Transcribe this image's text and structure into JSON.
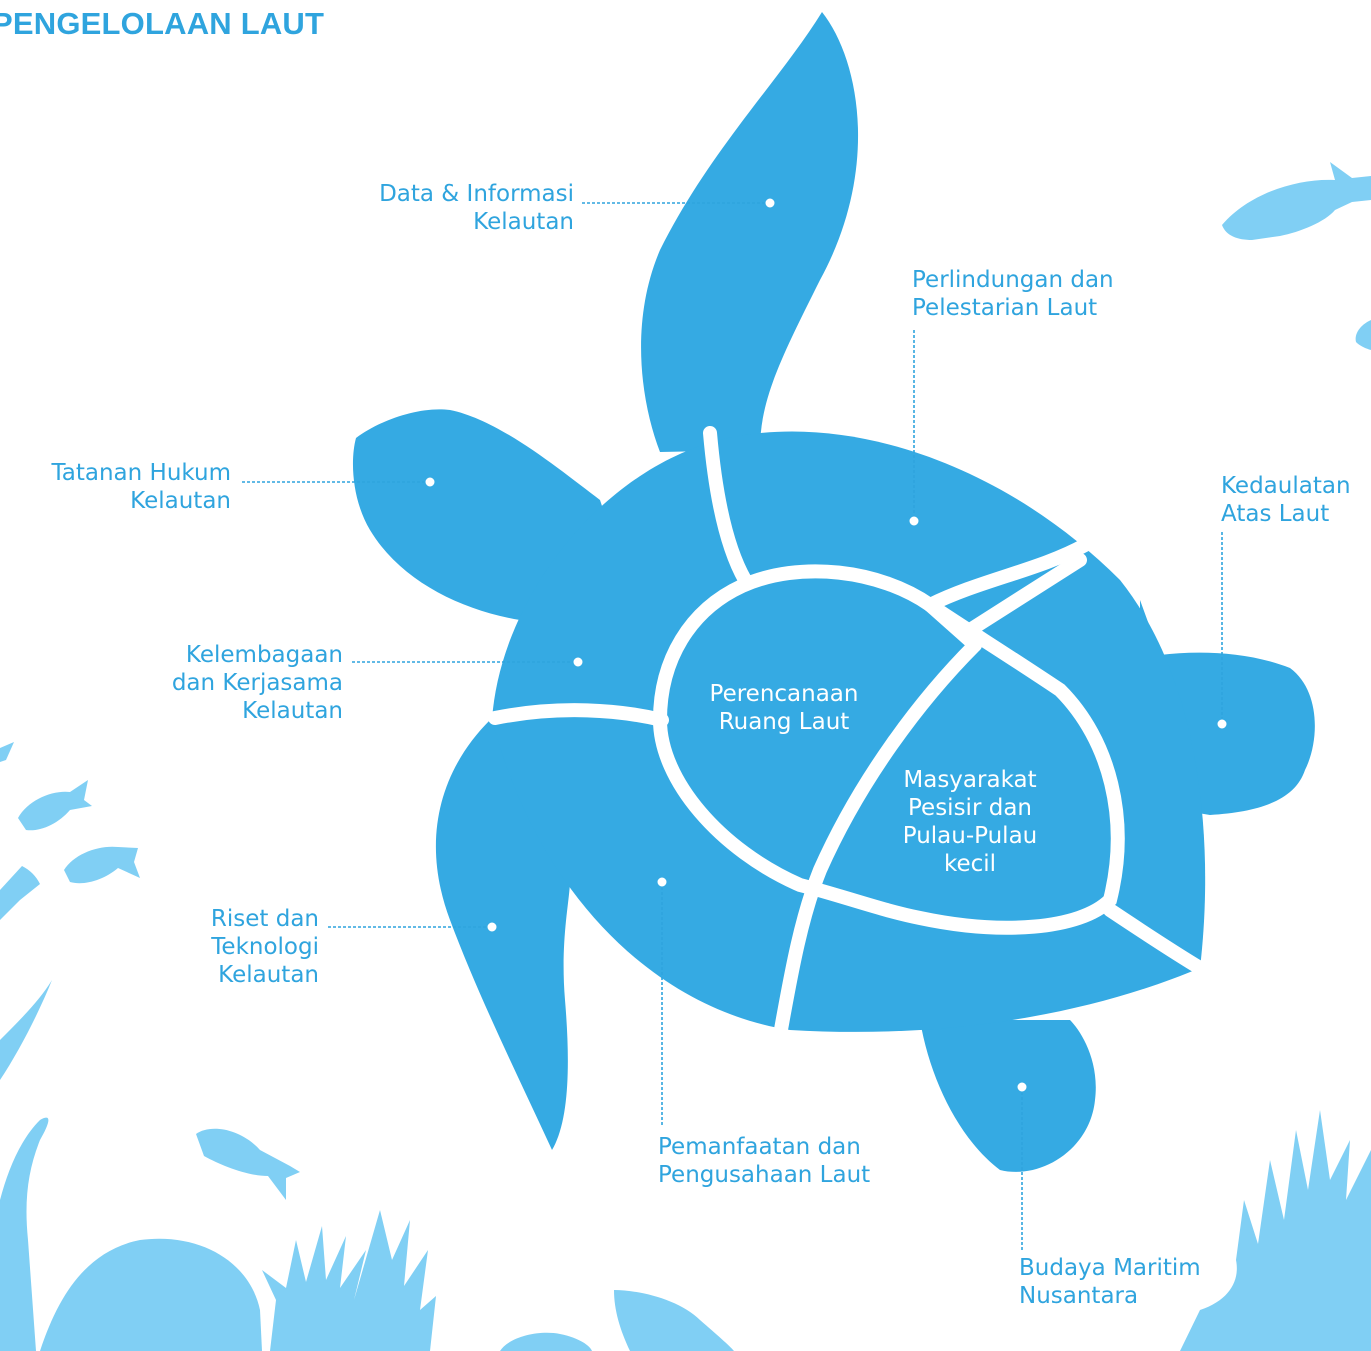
{
  "title": "PENGELOLAAN LAUT",
  "colors": {
    "turtle": "#35aae3",
    "decor": "#80cff4",
    "text": "#2fa4de",
    "inner_text": "#ffffff"
  },
  "center": {
    "top": "Perencanaan\nRuang Laut",
    "bottom": "Masyarakat\nPesisir dan\nPulau-Pulau\nkecil"
  },
  "labels": {
    "data_informasi": "Data & Informasi\nKelautan",
    "perlindungan": "Perlindungan dan\nPelestarian Laut",
    "tatanan_hukum": "Tatanan Hukum\nKelautan",
    "kedaulatan": "Kedaulatan\nAtas Laut",
    "kelembagaan": "Kelembagaan\ndan Kerjasama\nKelautan",
    "riset": "Riset dan\nTeknologi\nKelautan",
    "pemanfaatan": "Pemanfaatan dan\nPengusahaan Laut",
    "budaya": "Budaya Maritim\nNusantara"
  }
}
